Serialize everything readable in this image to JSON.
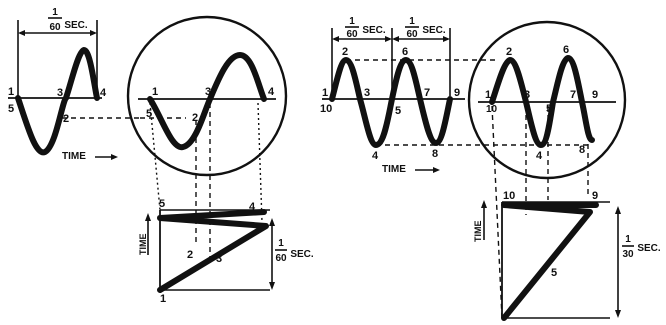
{
  "left": {
    "wave_labels": {
      "p1": "1",
      "p5": "5",
      "p3": "3",
      "p2": "2",
      "p4": "4"
    },
    "period_num": "1",
    "period_den": "60",
    "period_unit": "SEC.",
    "time_label": "TIME",
    "circle_labels": {
      "p1": "1",
      "p5": "5",
      "p2": "2",
      "p3": "3",
      "p4": "4"
    },
    "sweep_labels": {
      "p5": "5",
      "p4": "4",
      "p2": "2",
      "p3": "3",
      "p1": "1"
    },
    "sweep_axis_label": "TIME",
    "sweep_frac_num": "1",
    "sweep_frac_den": "60",
    "sweep_frac_unit": "SEC."
  },
  "right": {
    "wave_labels": {
      "p1": "1",
      "p10": "10",
      "p2": "2",
      "p3": "3",
      "p5": "5",
      "p6": "6",
      "p7": "7",
      "p9": "9",
      "p4": "4",
      "p8": "8"
    },
    "period1_num": "1",
    "period1_den": "60",
    "period1_unit": "SEC.",
    "period2_num": "1",
    "period2_den": "60",
    "period2_unit": "SEC.",
    "time_label": "TIME",
    "circle_labels": {
      "p1": "1",
      "p10": "10",
      "p2": "2",
      "p3": "3",
      "p5": "5",
      "p6": "6",
      "p7": "7",
      "p9": "9",
      "p4": "4",
      "p8": "8"
    },
    "sweep_labels": {
      "p10": "10",
      "p9": "9",
      "p5": "5"
    },
    "sweep_axis_label": "TIME",
    "sweep_frac_num": "1",
    "sweep_frac_den": "30",
    "sweep_frac_unit": "SEC."
  }
}
